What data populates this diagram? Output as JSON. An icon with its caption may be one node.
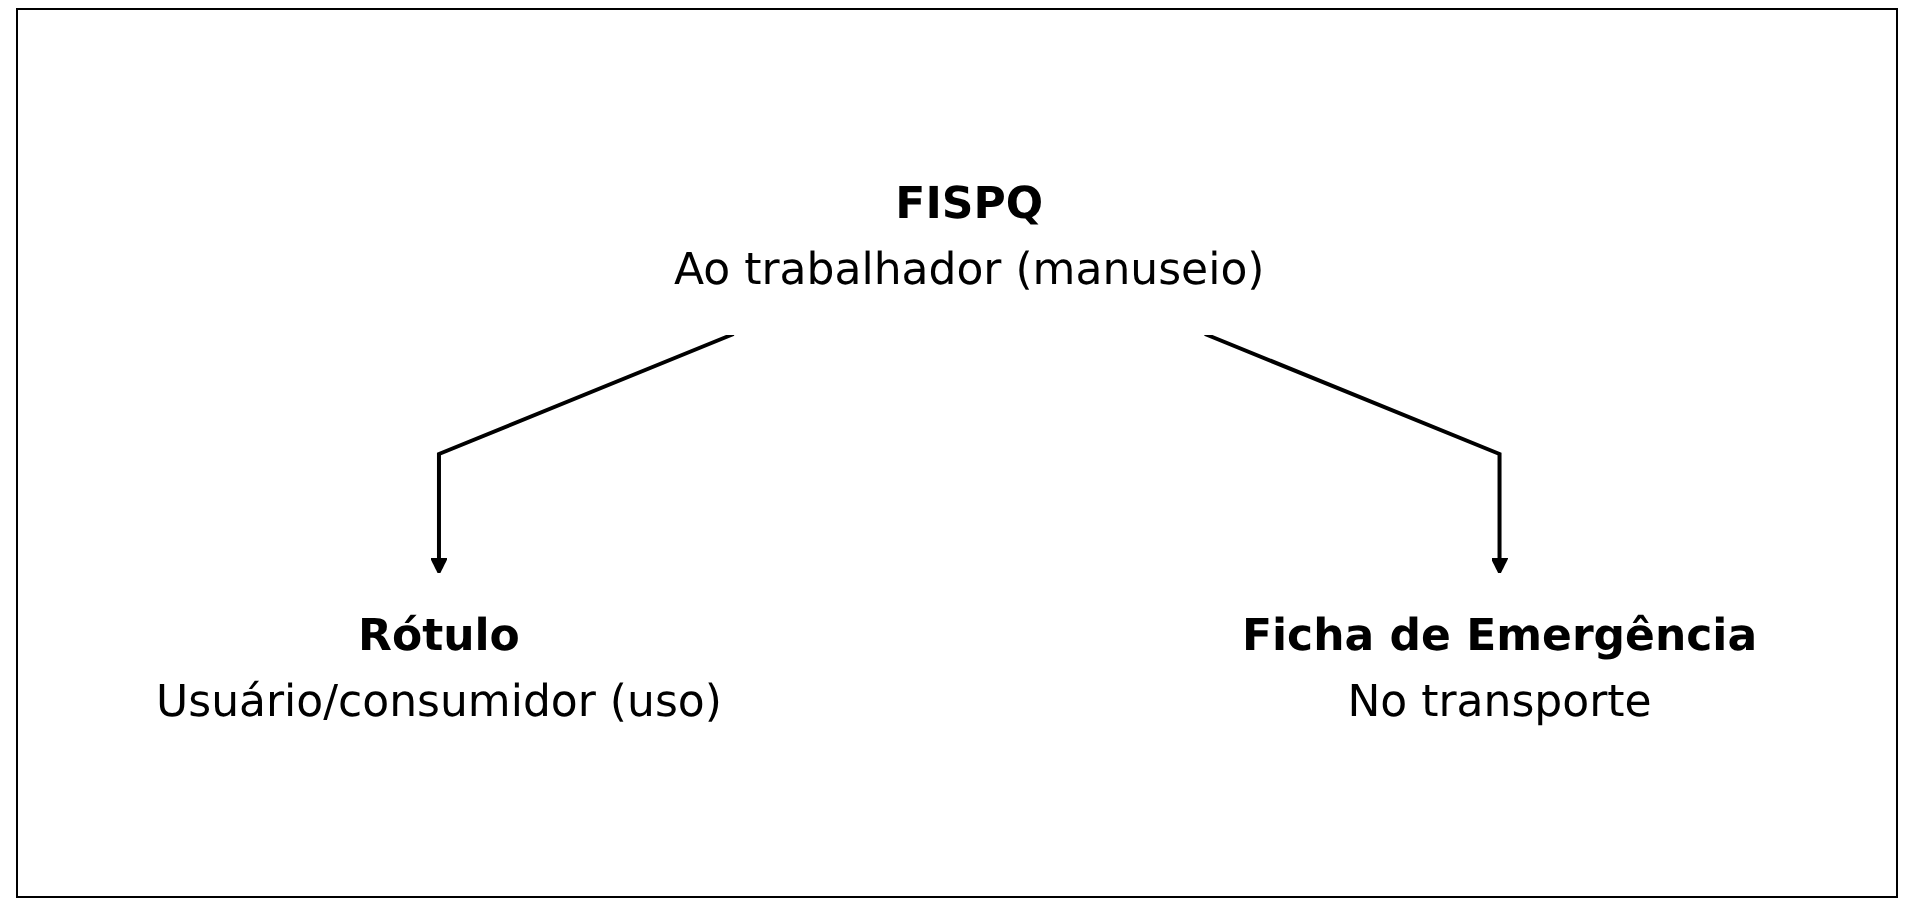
{
  "diagram": {
    "nodes": [
      {
        "text": [
          "FISPQ",
          "Ao trabalhador (manuseio)"
        ]
      },
      {
        "text": [
          "Rótulo",
          "Usuário/consumidor (uso)"
        ]
      },
      {
        "text": [
          "Ficha de Emergência",
          "No transporte"
        ]
      }
    ],
    "edges": [
      {
        "from": 0,
        "to": 1,
        "arrow": "to"
      },
      {
        "from": 0,
        "to": 2,
        "arrow": "to"
      }
    ]
  }
}
